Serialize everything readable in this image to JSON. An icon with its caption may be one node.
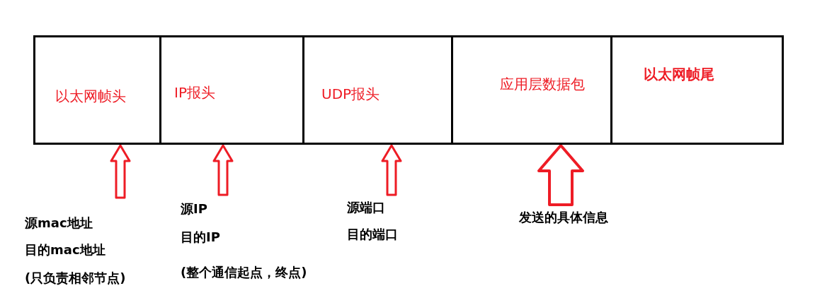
{
  "diagram": {
    "nodes": [
      {
        "text": [
          "以太网帧头"
        ]
      },
      {
        "text": [
          "IP报头"
        ]
      },
      {
        "text": [
          "UDP报头"
        ]
      },
      {
        "text": [
          "应用层数据包"
        ]
      },
      {
        "text": [
          "以太网帧尾"
        ]
      },
      {
        "text": [
          "源mac地址",
          "目的mac地址",
          "(只负责相邻节点)"
        ]
      },
      {
        "text": [
          "源IP",
          "目的IP",
          "(整个通信起点，终点)"
        ]
      },
      {
        "text": [
          "源端口",
          "目的端口"
        ]
      },
      {
        "text": [
          "发送的具体信息"
        ]
      }
    ],
    "edges": [
      {
        "from": 5,
        "to": 0,
        "arrow": "to"
      },
      {
        "from": 6,
        "to": 1,
        "arrow": "to"
      },
      {
        "from": 7,
        "to": 2,
        "arrow": "to"
      },
      {
        "from": 8,
        "to": 3,
        "arrow": "to",
        "style": "thick"
      }
    ]
  }
}
